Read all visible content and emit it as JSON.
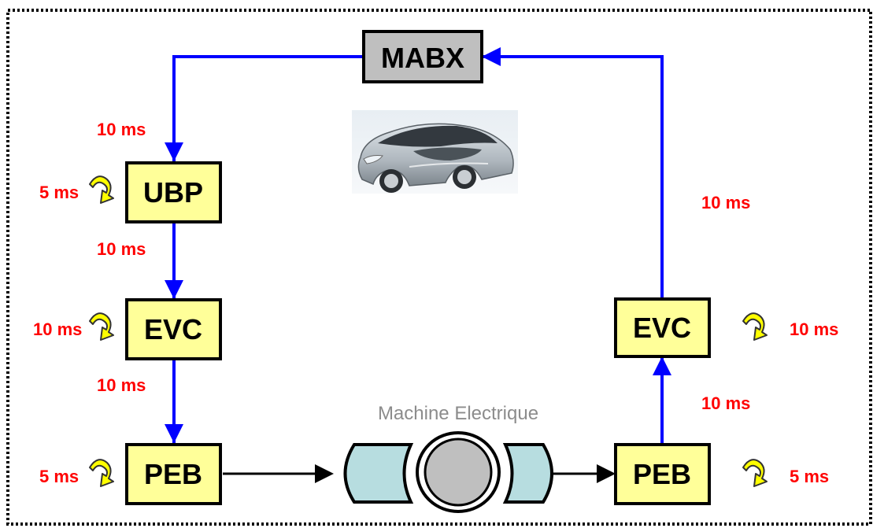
{
  "nodes": {
    "mabx": "MABX",
    "ubp": "UBP",
    "evc_left": "EVC",
    "peb_left": "PEB",
    "evc_right": "EVC",
    "peb_right": "PEB"
  },
  "machine": {
    "label": "Machine Electrique"
  },
  "timings": {
    "mabx_to_ubp": "10 ms",
    "ubp_loop": "5 ms",
    "ubp_to_evc": "10 ms",
    "evc_left_loop": "10 ms",
    "evc_to_peb": "10 ms",
    "peb_left_loop": "5 ms",
    "evc_right_to_mabx": "10 ms",
    "evc_right_loop": "10 ms",
    "peb_right_to_evc": "10 ms",
    "peb_right_loop": "5 ms"
  },
  "colors": {
    "box_fill": "#ffff99",
    "mabx_fill": "#bfbfbf",
    "arrow_blue": "#0000ff",
    "timing_red": "#ff0000",
    "loop_yellow": "#ffff00",
    "machine_body": "#b7dde0",
    "rotor": "#bfbfbf"
  }
}
